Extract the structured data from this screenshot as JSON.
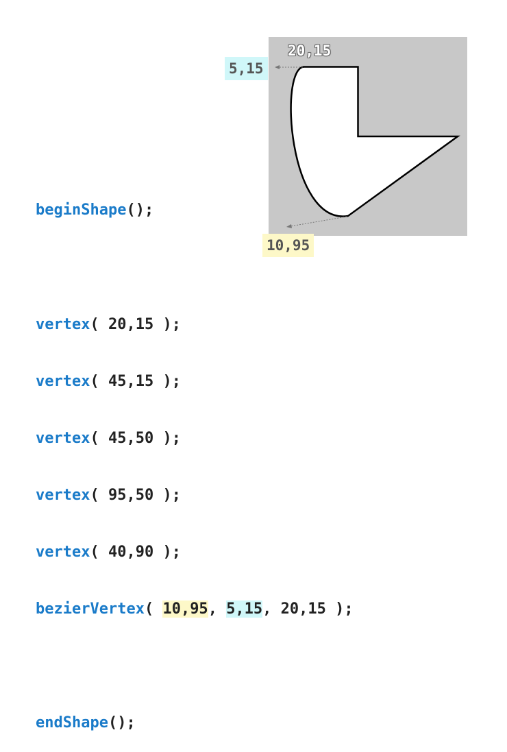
{
  "labels": {
    "start_point": "20,15",
    "control_point_2": "5,15",
    "control_point_1": "10,95"
  },
  "code": {
    "begin_fn": "beginShape",
    "begin_tail": "();",
    "vertices": [
      {
        "fn": "vertex",
        "args": "( 20,15 );"
      },
      {
        "fn": "vertex",
        "args": "( 45,15 );"
      },
      {
        "fn": "vertex",
        "args": "( 45,50 );"
      },
      {
        "fn": "vertex",
        "args": "( 95,50 );"
      },
      {
        "fn": "vertex",
        "args": "( 40,90 );"
      }
    ],
    "bezier": {
      "fn": "bezierVertex",
      "open": "( ",
      "arg1": "10,95",
      "sep1": ", ",
      "arg2": "5,15",
      "rest": ", 20,15 );"
    },
    "end_fn": "endShape",
    "end_tail": "();"
  },
  "colors": {
    "keyword": "#1a7bc9",
    "highlight_yellow": "#fdf8c8",
    "highlight_cyan": "#d0f7f9",
    "canvas_bg": "#c8c8c8"
  }
}
